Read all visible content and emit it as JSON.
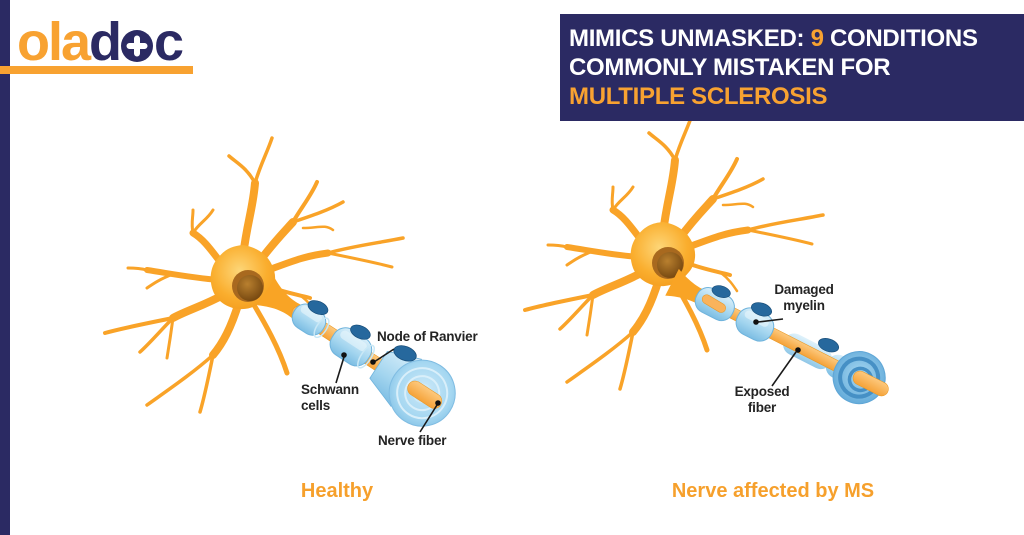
{
  "brand": {
    "logo_part1": "ola",
    "logo_part2": "d",
    "logo_part3": "c",
    "orange": "#F8A231",
    "navy": "#2B2A63"
  },
  "banner": {
    "line1_pre": "MIMICS UNMASKED: ",
    "line1_num": "9",
    "line1_post": " CONDITIONS",
    "line2": "COMMONLY MISTAKEN FOR",
    "line3": "MULTIPLE SCLEROSIS"
  },
  "healthy_panel": {
    "caption": "Healthy",
    "labels": {
      "node_of_ranvier": "Node of Ranvier",
      "schwann_cells": "Schwann cells",
      "nerve_fiber": "Nerve fiber"
    }
  },
  "ms_panel": {
    "caption": "Nerve affected by MS",
    "labels": {
      "damaged_myelin": "Damaged myelin",
      "exposed_fiber": "Exposed fiber"
    }
  }
}
